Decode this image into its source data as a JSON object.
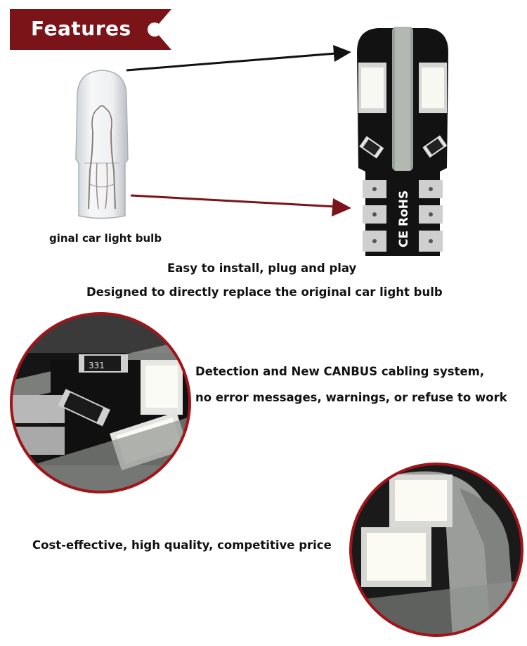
{
  "banner": {
    "title": "Features",
    "color": "#7a1418"
  },
  "comparison": {
    "original_caption": "ginal car light bulb",
    "arrow_top_color": "#111111",
    "arrow_bottom_color": "#7a1418",
    "led_marking": "CE RoHS",
    "resistor_code": "331"
  },
  "benefits": {
    "line1": "Easy to install, plug and play",
    "line2": "Designed to directly replace the original car light bulb"
  },
  "canbus": {
    "line1": "Detection and New CANBUS cabling system,",
    "line2": "no error messages, warnings, or refuse to work"
  },
  "price": {
    "line1": "Cost-effective, high quality, competitive price"
  },
  "colors": {
    "accent": "#7a1418",
    "circle_border": "#a0141a"
  }
}
